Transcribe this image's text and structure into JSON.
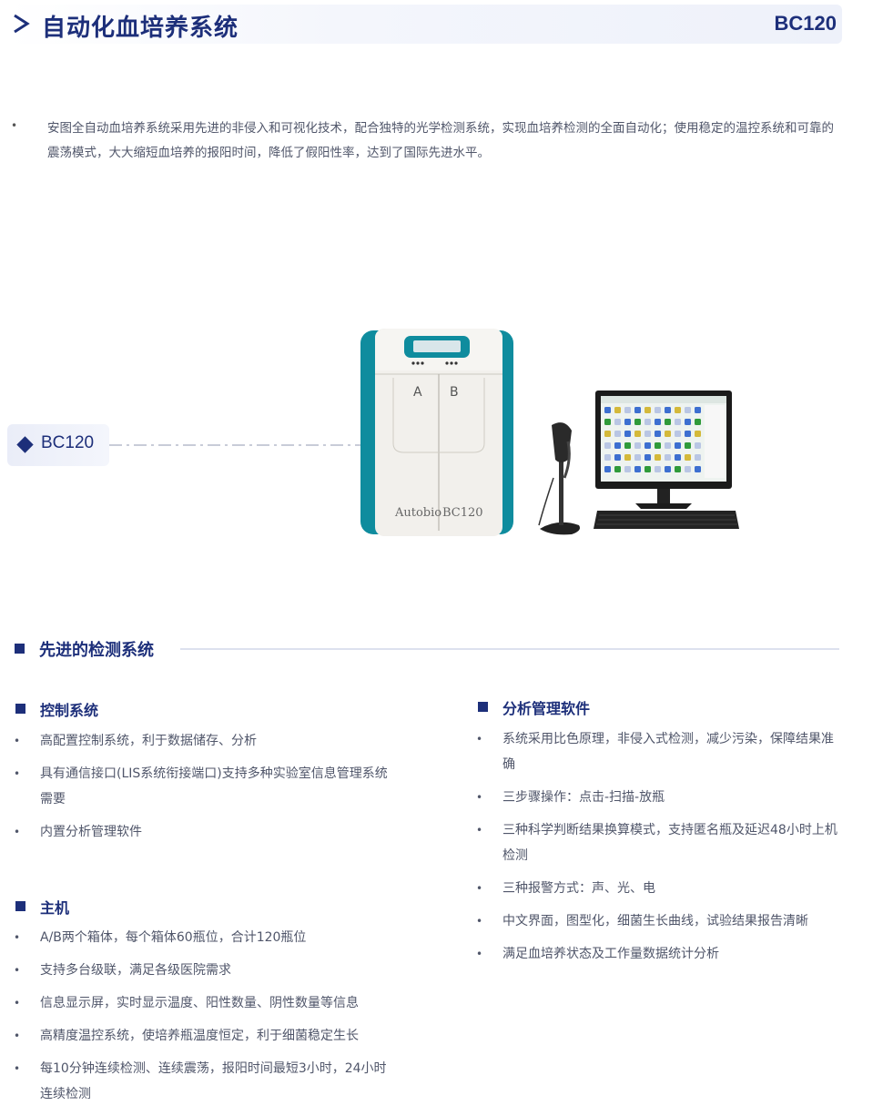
{
  "header": {
    "title": "自动化血培养系统",
    "model": "BC120"
  },
  "intro": "安图全自动血培养系统采用先进的非侵入和可视化技术，配合独特的光学检测系统，实现血培养检测的全面自动化；使用稳定的温控系统和可靠的震荡模式，大大缩短血培养的报阳时间，降低了假阳性率，达到了国际先进水平。",
  "product": {
    "tag": "BC120",
    "instrument_brand": "Autobio",
    "instrument_model": "BC120",
    "box_a": "A",
    "box_b": "B"
  },
  "section": {
    "title": "先进的检测系统"
  },
  "left": {
    "control": {
      "title": "控制系统",
      "items": [
        "高配置控制系统，利于数据储存、分析",
        "具有通信接口(LIS系统衔接端口)支持多种实验室信息管理系统需要",
        "内置分析管理软件"
      ]
    },
    "host": {
      "title": "主机",
      "items": [
        "A/B两个箱体，每个箱体60瓶位，合计120瓶位",
        "支持多台级联，满足各级医院需求",
        "信息显示屏，实时显示温度、阳性数量、阴性数量等信息",
        "高精度温控系统，使培养瓶温度恒定，利于细菌稳定生长",
        "每10分钟连续检测、连续震荡，报阳时间最短3小时，24小时连续检测"
      ]
    }
  },
  "right": {
    "software": {
      "title": "分析管理软件",
      "items": [
        "系统采用比色原理，非侵入式检测，减少污染，保障结果准确",
        "三步骤操作：点击-扫描-放瓶",
        "三种科学判断结果换算模式，支持匿名瓶及延迟48小时上机检测",
        "三种报警方式：声、光、电",
        "中文界面，图型化，细菌生长曲线，试验结果报告清晰",
        "满足血培养状态及工作量数据统计分析"
      ]
    }
  },
  "colors": {
    "brand": "#1d2f7a",
    "teal": "#0f8c9e",
    "text": "#50566a"
  }
}
